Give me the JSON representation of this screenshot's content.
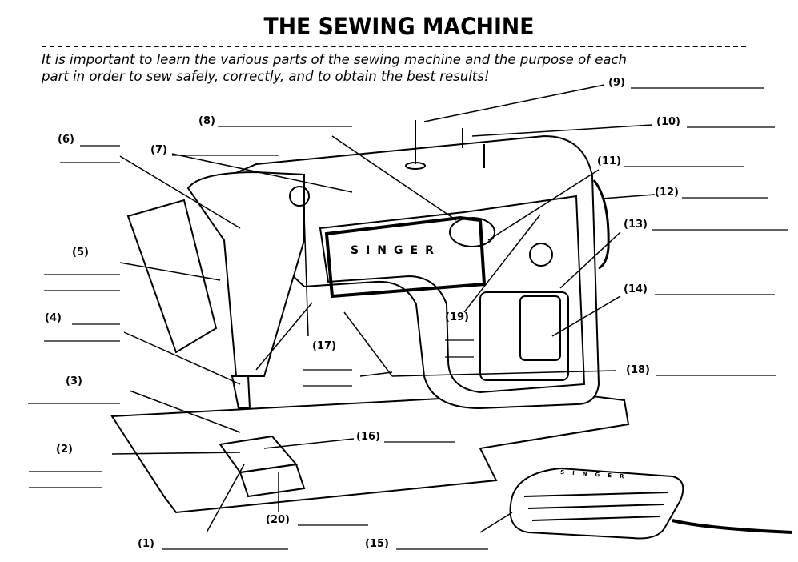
{
  "title": "THE SEWING MACHINE",
  "intro_line1": "It is important to learn the various parts of the sewing machine and the purpose of each",
  "intro_line2": "part in order to sew safely, correctly, and to obtain the best results!",
  "brand": "SINGER",
  "brand_pedal": "SINGER",
  "labels": {
    "n1": "(1)",
    "n2": "(2)",
    "n3": "(3)",
    "n4": "(4)",
    "n5": "(5)",
    "n6": "(6)",
    "n7": "(7)",
    "n8": "(8)",
    "n9": "(9)",
    "n10": "(10)",
    "n11": "(11)",
    "n12": "(12)",
    "n13": "(13)",
    "n14": "(14)",
    "n15": "(15)",
    "n16": "(16)",
    "n17": "(17)",
    "n18": "(18)",
    "n19": "(19)",
    "n20": "(20)"
  }
}
